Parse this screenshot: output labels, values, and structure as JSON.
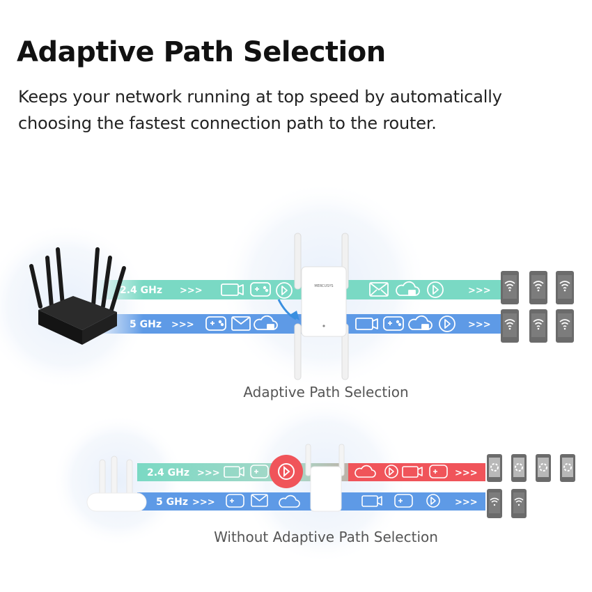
{
  "title": "Adaptive Path Selection",
  "subtitle": "Keeps your network running at top speed by automatically choosing the fastest connection path to the router.",
  "captions": {
    "top": "Adaptive Path Selection",
    "bottom": "Without Adaptive Path Selection"
  },
  "bands": {
    "band_24": "2.4 GHz",
    "band_5": "5 GHz",
    "arrows": ">>>"
  },
  "extender_brand": "MERCUSYS",
  "colors": {
    "band_24": "#7ad9c4",
    "band_5": "#5e9ae6",
    "congested": "#f0545a",
    "phone": "#6b6b6b"
  },
  "icons": [
    "video-icon",
    "gamepad-icon",
    "play-icon",
    "mail-icon",
    "cloud-icon",
    "wifi-icon",
    "loading-icon"
  ]
}
